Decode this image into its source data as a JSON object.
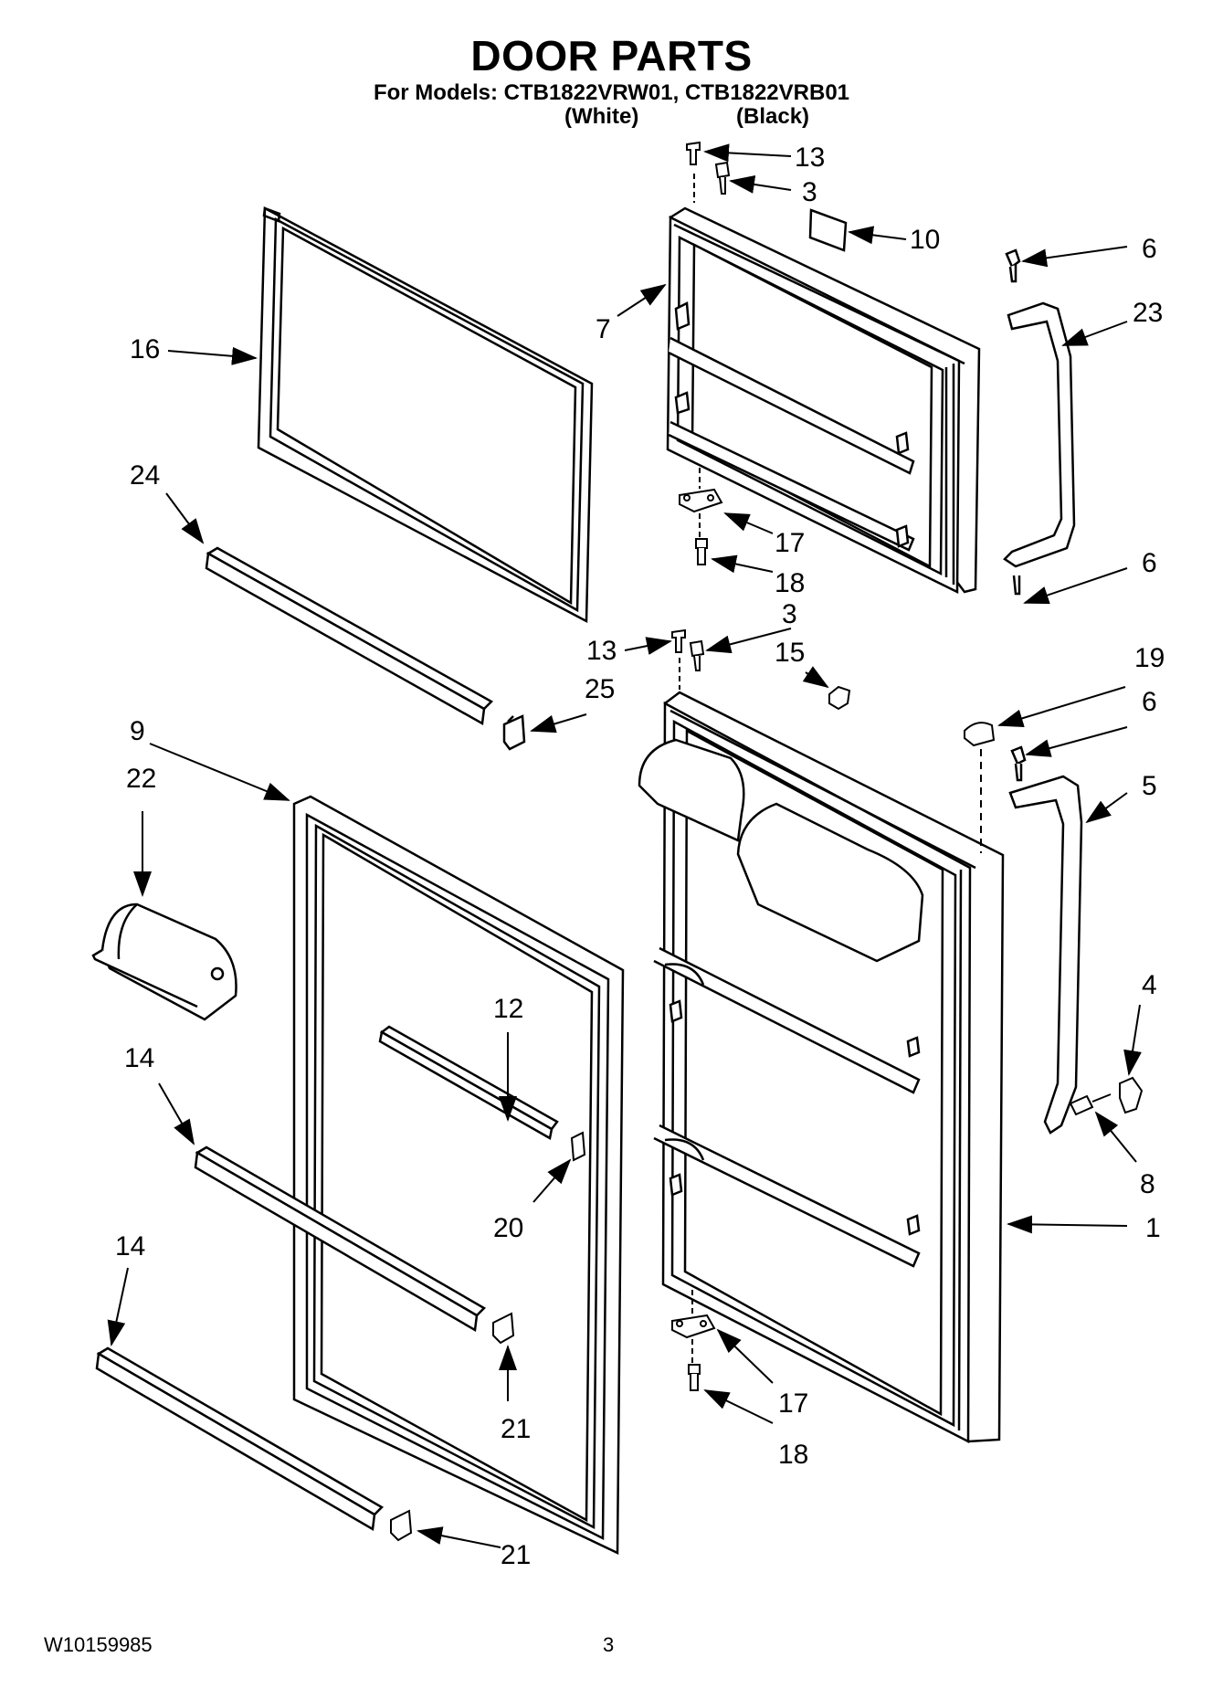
{
  "title": "DOOR PARTS",
  "models_line": "For Models: CTB1822VRW01, CTB1822VRB01",
  "variants": [
    "(White)",
    "(Black)"
  ],
  "footer": {
    "doc_number": "W10159985",
    "page": "3"
  },
  "callouts": [
    "13",
    "3",
    "10",
    "6",
    "23",
    "7",
    "16",
    "24",
    "17",
    "18",
    "6",
    "3",
    "13",
    "15",
    "19",
    "25",
    "6",
    "9",
    "22",
    "5",
    "12",
    "4",
    "14",
    "20",
    "8",
    "1",
    "14",
    "21",
    "17",
    "18",
    "21"
  ]
}
